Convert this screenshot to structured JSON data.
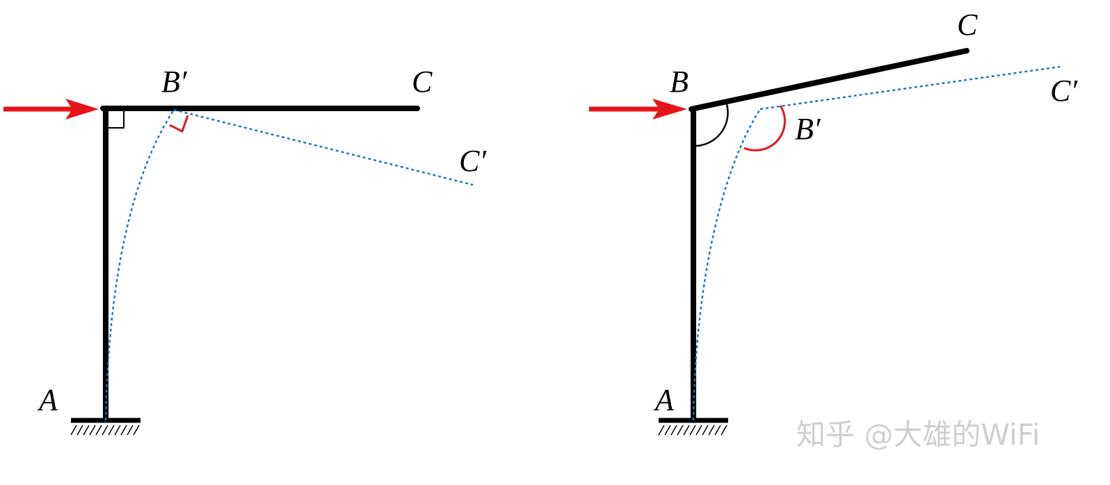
{
  "colors": {
    "structure": "#000000",
    "deformed": "#1f77b4",
    "load_arrow": "#e8141b",
    "angle_mark_original": "#000000",
    "angle_mark_deformed": "#e8141b",
    "watermark": "#cfcfcf"
  },
  "left_diagram": {
    "labels": {
      "A": "A",
      "B_prime": "B′",
      "C": "C",
      "C_prime": "C′"
    }
  },
  "right_diagram": {
    "labels": {
      "A": "A",
      "B": "B",
      "B_prime": "B′",
      "C": "C",
      "C_prime": "C′"
    }
  },
  "watermark": {
    "text": "知乎 @大雄的WiFi"
  }
}
